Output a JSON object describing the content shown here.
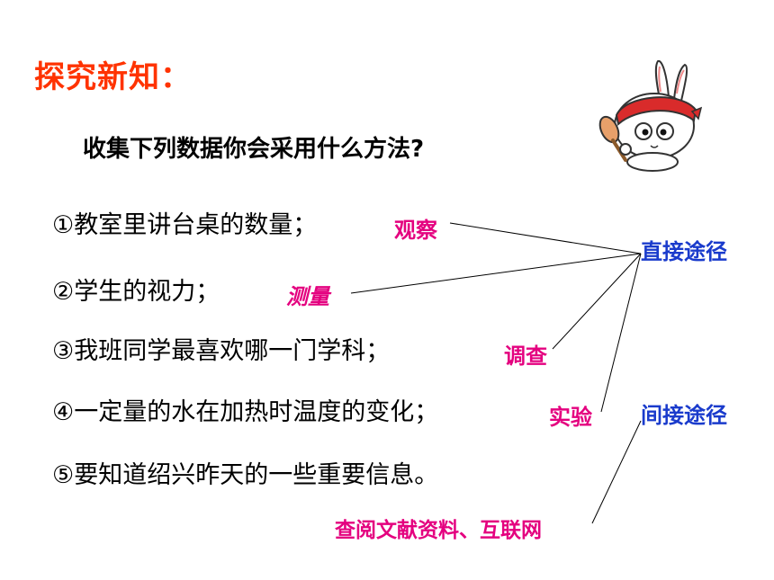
{
  "heading": "探究新知：",
  "question": "收集下列数据你会采用什么方法?",
  "items": [
    "①教室里讲台桌的数量；",
    "②学生的视力；",
    "③我班同学最喜欢哪一门学科；",
    "④一定量的水在加热时温度的变化；",
    "⑤要知道绍兴昨天的一些重要信息。"
  ],
  "methods": [
    "观察",
    "测量",
    "调查",
    "实验"
  ],
  "routes": {
    "direct": "直接途径",
    "indirect": "间接途径"
  },
  "indirect_source": "查阅文献资料、互联网",
  "colors": {
    "heading": "#ff3300",
    "method": "#e4007f",
    "route": "#1a3bcc"
  },
  "mascot_icon": "rabbit-mascot-icon"
}
